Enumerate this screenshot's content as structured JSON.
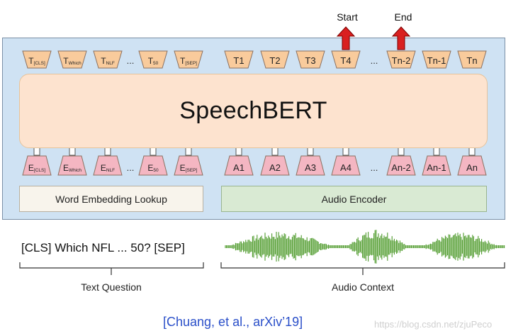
{
  "outputs": {
    "start_label": "Start",
    "end_label": "End"
  },
  "top_tokens": [
    {
      "main": "T",
      "sub": "[CLS]"
    },
    {
      "main": "T",
      "sub": "Which"
    },
    {
      "main": "T",
      "sub": "NLF"
    },
    {
      "main": "...",
      "sub": ""
    },
    {
      "main": "T",
      "sub": "50"
    },
    {
      "main": "T",
      "sub": "[SEP]"
    },
    {
      "main": "T1",
      "sub": ""
    },
    {
      "main": "T2",
      "sub": ""
    },
    {
      "main": "T3",
      "sub": ""
    },
    {
      "main": "T4",
      "sub": ""
    },
    {
      "main": "...",
      "sub": ""
    },
    {
      "main": "Tn-2",
      "sub": ""
    },
    {
      "main": "Tn-1",
      "sub": ""
    },
    {
      "main": "Tn",
      "sub": ""
    }
  ],
  "model": {
    "name": "SpeechBERT"
  },
  "bottom_tokens": [
    {
      "main": "E",
      "sub": "[CLS]"
    },
    {
      "main": "E",
      "sub": "Which"
    },
    {
      "main": "E",
      "sub": "NLF"
    },
    {
      "main": "...",
      "sub": ""
    },
    {
      "main": "E",
      "sub": "50"
    },
    {
      "main": "E",
      "sub": "[SEP]"
    },
    {
      "main": "A1",
      "sub": ""
    },
    {
      "main": "A2",
      "sub": ""
    },
    {
      "main": "A3",
      "sub": ""
    },
    {
      "main": "A4",
      "sub": ""
    },
    {
      "main": "...",
      "sub": ""
    },
    {
      "main": "An-2",
      "sub": ""
    },
    {
      "main": "An-1",
      "sub": ""
    },
    {
      "main": "An",
      "sub": ""
    }
  ],
  "modules": {
    "word_embedding": "Word Embedding Lookup",
    "audio_encoder": "Audio Encoder"
  },
  "inputs": {
    "question_text": "[CLS] Which NFL ... 50? [SEP]",
    "question_caption": "Text Question",
    "audio_caption": "Audio Context"
  },
  "citation": "[Chuang, et al., arXiv’19]",
  "watermark": "https://blog.csdn.net/zjuPeco",
  "colors": {
    "panel": "#cfe2f3",
    "token_top": "#f9cb9c",
    "token_bottom": "#f4b6c2",
    "arrow_red": "#d92020",
    "waveform": "#4d9a2a",
    "citation": "#2a4fc9"
  }
}
